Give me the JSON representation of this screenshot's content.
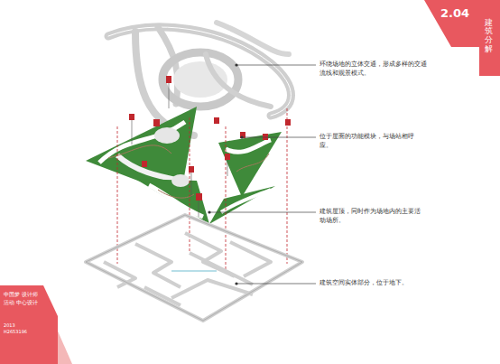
{
  "diagram": {
    "nodes": [
      {
        "text": [
          "2.04",
          "建筑分解"
        ]
      },
      {
        "text": [
          "中国梦 设计师活动 中心设计",
          "2013 H2653196"
        ]
      }
    ],
    "labels": [
      "环绕场地的立体交通，形成多样的交通流线和观景模式。",
      "位于屋面的功能模块，与场站相呼应。",
      "建筑屋顶，同时作为场地内的主要活动场所。",
      "建筑空间实体部分，位于地下。"
    ]
  }
}
